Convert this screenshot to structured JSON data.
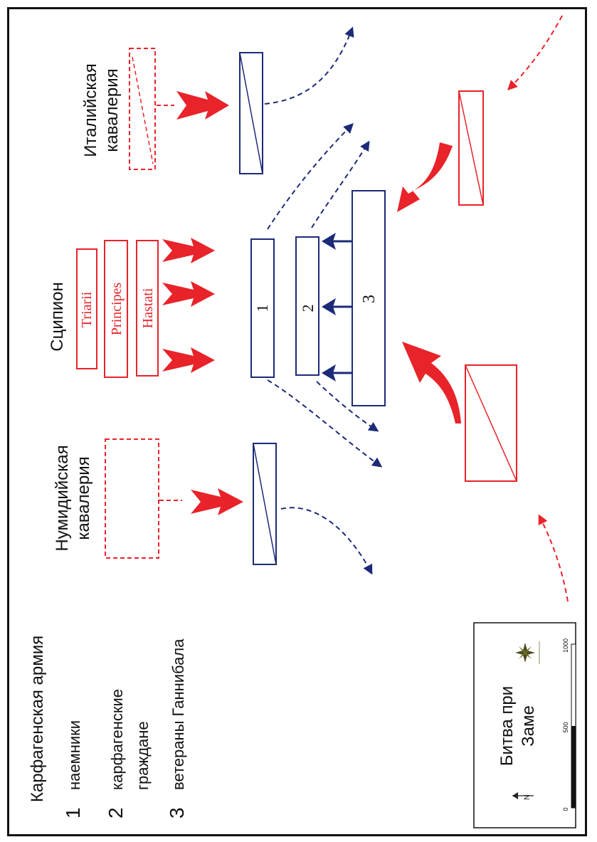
{
  "labels": {
    "italian_cavalry": [
      "Италийская",
      "кавалерия"
    ],
    "scipio": "Сципион",
    "numidian_cavalry": [
      "Нумидийская",
      "кавалерия"
    ],
    "roman_lines": [
      "Triarii",
      "Principes",
      "Hastati"
    ],
    "carthaginian_lines": [
      "1",
      "2",
      "3"
    ]
  },
  "legend": {
    "title": "Карфагенская армия",
    "items": [
      {
        "num": "1",
        "text": [
          "наемники"
        ]
      },
      {
        "num": "2",
        "text": [
          "карфагенские",
          "граждане"
        ]
      },
      {
        "num": "3",
        "text": [
          "ветераны Ганнибала"
        ]
      }
    ]
  },
  "infobox": {
    "title": [
      "Битва при",
      "Заме"
    ],
    "scale_ticks": [
      "0",
      "500",
      "1000"
    ],
    "north_label": "N",
    "north_icon": "north-arrow-icon",
    "compass_icon": "compass-rose-icon"
  },
  "colors": {
    "roman": "#e8232a",
    "carthage": "#1c2a78",
    "frame": "#111111"
  }
}
